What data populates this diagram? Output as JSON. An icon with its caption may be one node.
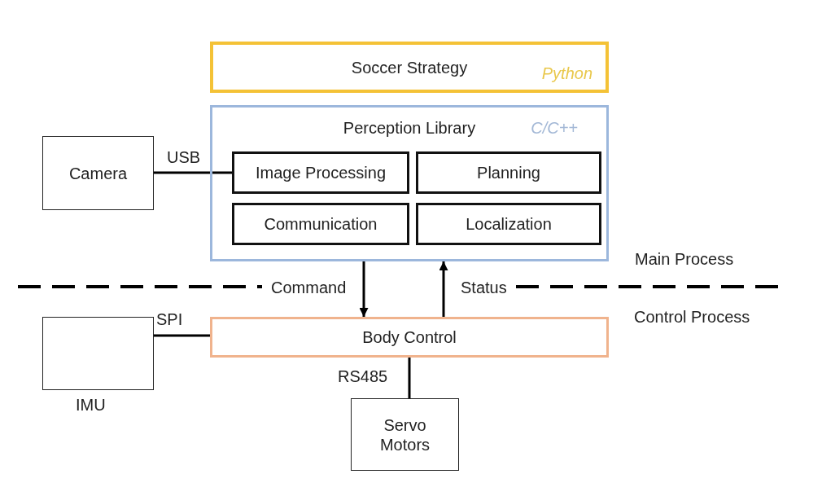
{
  "diagram": {
    "nodes": [
      {
        "text": [
          "Soccer Strategy",
          "Python"
        ]
      },
      {
        "text": [
          "Perception Library",
          "C/C++"
        ]
      },
      {
        "text": [
          "Image Processing"
        ],
        "in": 1
      },
      {
        "text": [
          "Planning"
        ],
        "in": 1
      },
      {
        "text": [
          "Communication"
        ],
        "in": 1
      },
      {
        "text": [
          "Localization"
        ],
        "in": 1
      },
      {
        "text": [
          "Camera"
        ]
      },
      {
        "text": [],
        "shape": "box",
        "beside": [
          "IMU"
        ]
      },
      {
        "text": [
          "Body Control"
        ]
      },
      {
        "text": [
          "Servo Motors"
        ]
      }
    ],
    "edges": [
      {
        "from": 6,
        "to": 2,
        "arrow": "none",
        "label": "USB"
      },
      {
        "from": 1,
        "to": 8,
        "arrow": "to",
        "label": "Command"
      },
      {
        "from": 8,
        "to": 1,
        "arrow": "to",
        "label": "Status"
      },
      {
        "from": 7,
        "to": 8,
        "arrow": "none",
        "label": "SPI"
      },
      {
        "from": 8,
        "to": 9,
        "arrow": "none",
        "label": "RS485"
      }
    ],
    "labels": [
      "Main Process",
      "Control Process"
    ]
  }
}
